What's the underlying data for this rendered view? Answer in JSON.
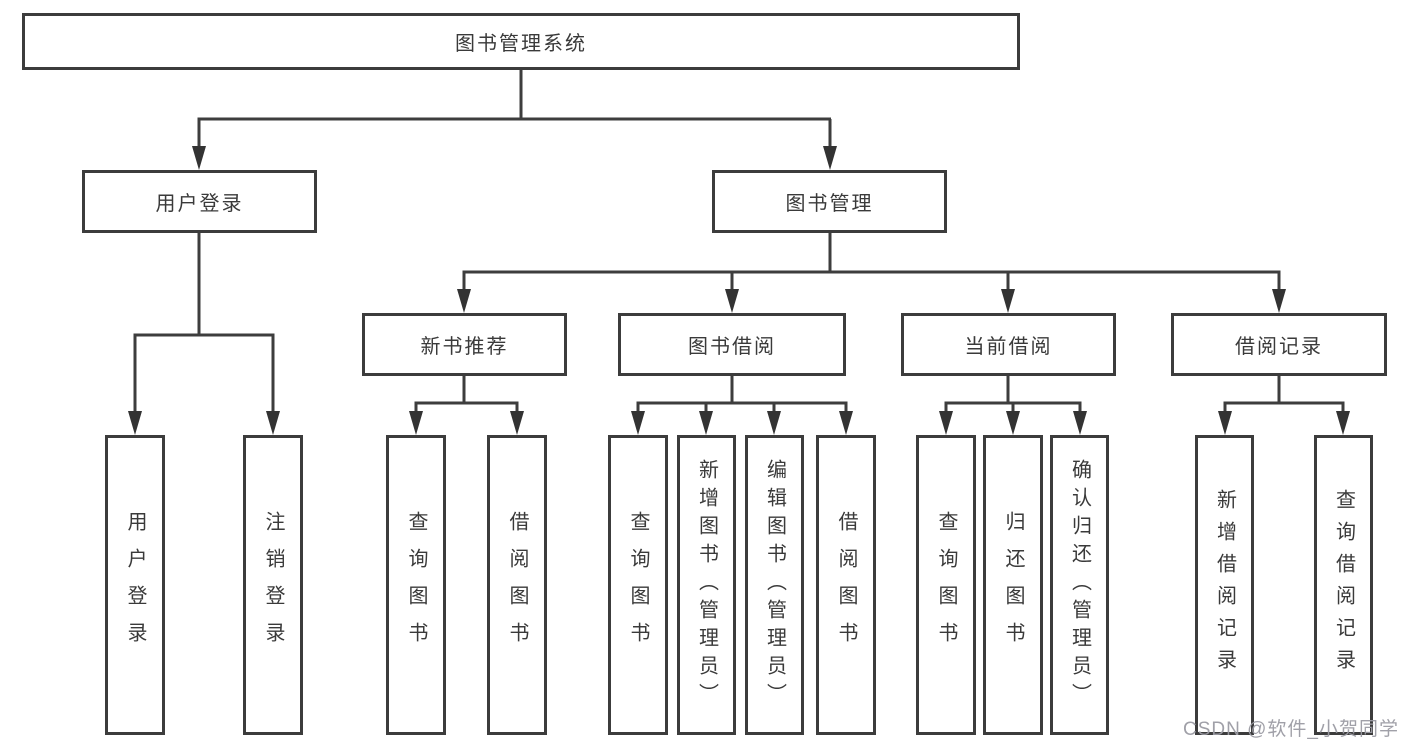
{
  "nodes": {
    "root": "图书管理系统",
    "user_login": "用户登录",
    "book_mgmt": "图书管理",
    "new_book_rec": "新书推荐",
    "book_borrow": "图书借阅",
    "current_borrow": "当前借阅",
    "borrow_records": "借阅记录",
    "ul_user_login": "用户登录",
    "ul_logout": "注销登录",
    "nb_query_book": "查询图书",
    "nb_borrow_book": "借阅图书",
    "bb_query_book": "查询图书",
    "bb_add_book": "新增图书（管理员）",
    "bb_edit_book": "编辑图书（管理员）",
    "bb_borrow_book": "借阅图书",
    "cb_query_book": "查询图书",
    "cb_return_book": "归还图书",
    "cb_confirm_return": "确认归还（管理员）",
    "br_add_record": "新增借阅记录",
    "br_query_record": "查询借阅记录"
  },
  "edges": [
    {
      "parent": "图书管理系统",
      "children": [
        "用户登录",
        "图书管理"
      ]
    },
    {
      "parent": "用户登录",
      "children": [
        "用户登录",
        "注销登录"
      ]
    },
    {
      "parent": "图书管理",
      "children": [
        "新书推荐",
        "图书借阅",
        "当前借阅",
        "借阅记录"
      ]
    },
    {
      "parent": "新书推荐",
      "children": [
        "查询图书",
        "借阅图书"
      ]
    },
    {
      "parent": "图书借阅",
      "children": [
        "查询图书",
        "新增图书（管理员）",
        "编辑图书（管理员）",
        "借阅图书"
      ]
    },
    {
      "parent": "当前借阅",
      "children": [
        "查询图书",
        "归还图书",
        "确认归还（管理员）"
      ]
    },
    {
      "parent": "借阅记录",
      "children": [
        "新增借阅记录",
        "查询借阅记录"
      ]
    }
  ],
  "colors": {
    "box_border": "#3c3c3c",
    "line": "#3d3d3d",
    "text": "#3a3a3a",
    "watermark": "#9b9ba3"
  },
  "watermark": "CSDN @软件_小贺同学"
}
